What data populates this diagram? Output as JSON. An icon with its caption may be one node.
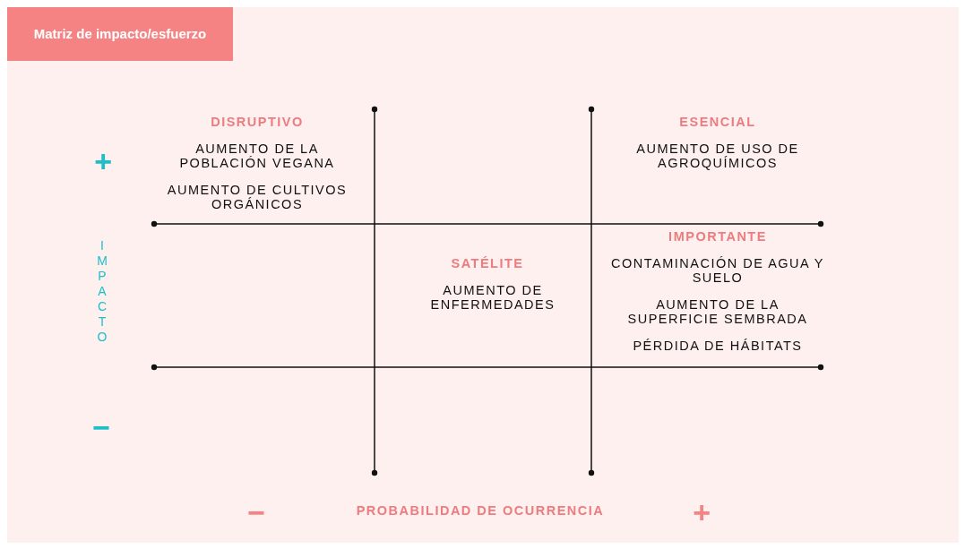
{
  "diagram": {
    "title": "Matriz de impacto/esfuerzo",
    "labels": [
      "DISRUPTIVO",
      "AUMENTO DE LA POBLACIÓN VEGANA",
      "AUMENTO DE CULTIVOS ORGÁNICOS",
      "ESENCIAL",
      "AUMENTO DE USO DE AGROQUÍMICOS",
      "+",
      "IMPACTO",
      "IMPORTANTE",
      "SATÉLITE",
      "AUMENTO DE ENFERMEDADES",
      "CONTAMINACIÓN DE AGUA Y SUELO",
      "AUMENTO DE LA SUPERFICIE SEMBRADA",
      "PÉRDIDA DE HÁBITATS",
      "−",
      "−",
      "PROBABILIDAD DE OCURRENCIA",
      "+"
    ]
  }
}
